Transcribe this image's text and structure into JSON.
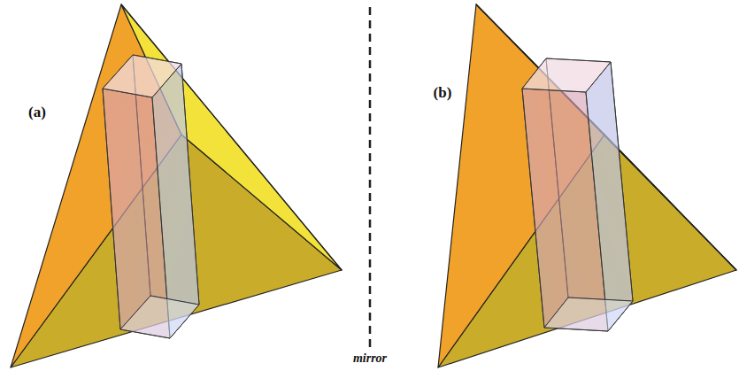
{
  "diagram": {
    "labels": [
      "(a)",
      "(b)",
      "mirror"
    ]
  }
}
